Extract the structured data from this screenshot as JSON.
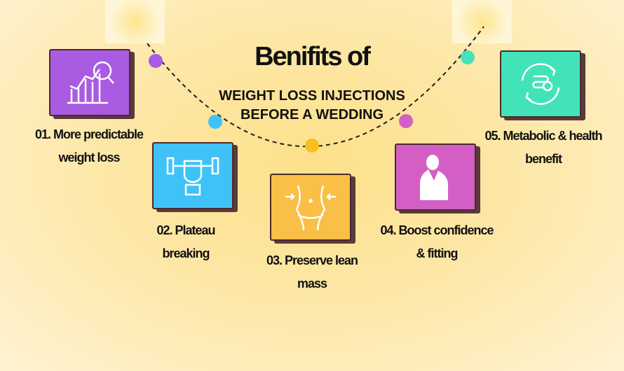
{
  "title": "Benifits of",
  "subtitle_line1": "WEIGHT LOSS INJECTIONS",
  "subtitle_line2": "BEFORE A WEDDING",
  "items": [
    {
      "line1": "01. More predictable",
      "line2": "weight loss",
      "icon": "chart-magnifier-icon",
      "color": "#a95be2"
    },
    {
      "line1": "02. Plateau",
      "line2": "breaking",
      "icon": "dumbbell-fist-icon",
      "color": "#3fc2f7"
    },
    {
      "line1": "03. Preserve lean",
      "line2": "mass",
      "icon": "waist-icon",
      "color": "#f9bf47"
    },
    {
      "line1": "04. Boost confidence",
      "line2": "& fitting",
      "icon": "woman-silhouette-icon",
      "color": "#d45fc4"
    },
    {
      "line1": "05. Metabolic & health",
      "line2": "benefit",
      "icon": "metabolism-cycle-icon",
      "color": "#43e3ba"
    }
  ]
}
